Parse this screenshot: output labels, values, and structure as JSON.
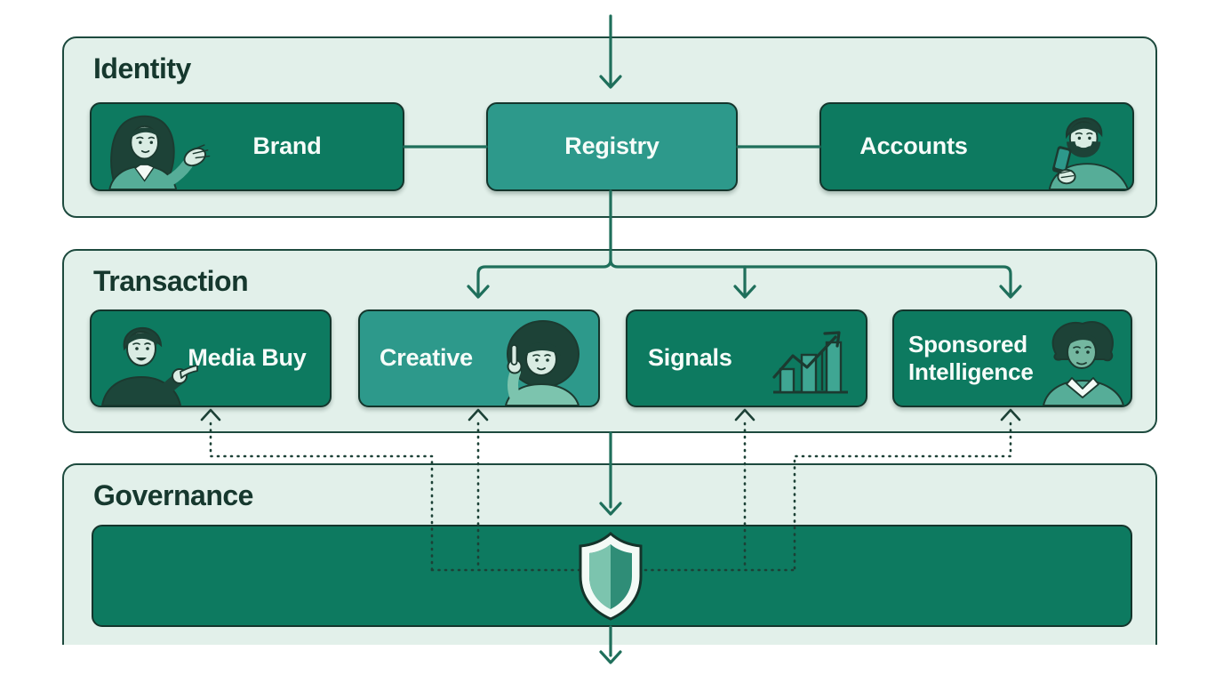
{
  "diagram": {
    "sections": [
      {
        "id": "identity",
        "title": "Identity",
        "boxes": [
          {
            "id": "brand",
            "label": "Brand",
            "illustration": "woman-presenting"
          },
          {
            "id": "registry",
            "label": "Registry"
          },
          {
            "id": "accounts",
            "label": "Accounts",
            "illustration": "man-with-phone"
          }
        ]
      },
      {
        "id": "transaction",
        "title": "Transaction",
        "boxes": [
          {
            "id": "media-buy",
            "label": "Media Buy",
            "illustration": "man-pointing"
          },
          {
            "id": "creative",
            "label": "Creative",
            "illustration": "woman-pointing-up"
          },
          {
            "id": "signals",
            "label": "Signals",
            "icon": "bar-chart-icon"
          },
          {
            "id": "sponsored-intelligence",
            "label": "Sponsored Intelligence",
            "illustration": "man-in-collared-shirt"
          }
        ]
      },
      {
        "id": "governance",
        "title": "Governance",
        "icon": "shield-icon"
      }
    ],
    "colors": {
      "page_bg": "#ffffff",
      "panel_bg": "#e2f0ea",
      "panel_border": "#1d4a3e",
      "node_dark_green": "#0d7a60",
      "node_teal": "#2d998b",
      "node_border": "#14352c",
      "label_text": "#f6fcf9",
      "title_text": "#16382e",
      "connector_solid": "#1f6f5b",
      "connector_dotted": "#1c4136",
      "shield_light": "#7cc4ae",
      "shield_dark": "#2f8d77"
    }
  }
}
